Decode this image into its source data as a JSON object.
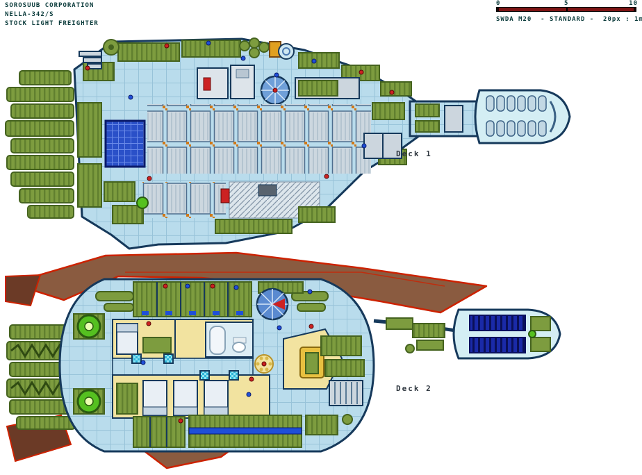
{
  "header": {
    "manufacturer": "SOROSUUB CORPORATION",
    "model": "NELLA-342/S",
    "type": "STOCK LIGHT FREIGHTER"
  },
  "scale_bar": {
    "tick_start": "0",
    "tick_mid": "5",
    "tick_end": "10",
    "caption": "SWDA M20  - STANDARD -  20px : 1m"
  },
  "decks": [
    {
      "label": "Deck 1"
    },
    {
      "label": "Deck 2"
    }
  ],
  "colors": {
    "title_text": "#0c3c3c",
    "label_text": "#303840",
    "hull": "#16395b",
    "floor": "#b9dcec",
    "floor_grid": "#98c3d9",
    "machinery": "#7d9c3f",
    "machinery_dark": "#45631f",
    "bright_green": "#55c020",
    "wing_brown": "#8a5b40",
    "wing_dark": "#6b3a26",
    "wing_outline": "#cc2200",
    "room_cream": "#f2e3a0",
    "pod_cyan": "#d4eef4",
    "cell_blue": "#1a2aa8",
    "accent_red": "#cc2222",
    "accent_blue": "#1f4fd8",
    "scale_bar_fill": "#7c1414"
  }
}
